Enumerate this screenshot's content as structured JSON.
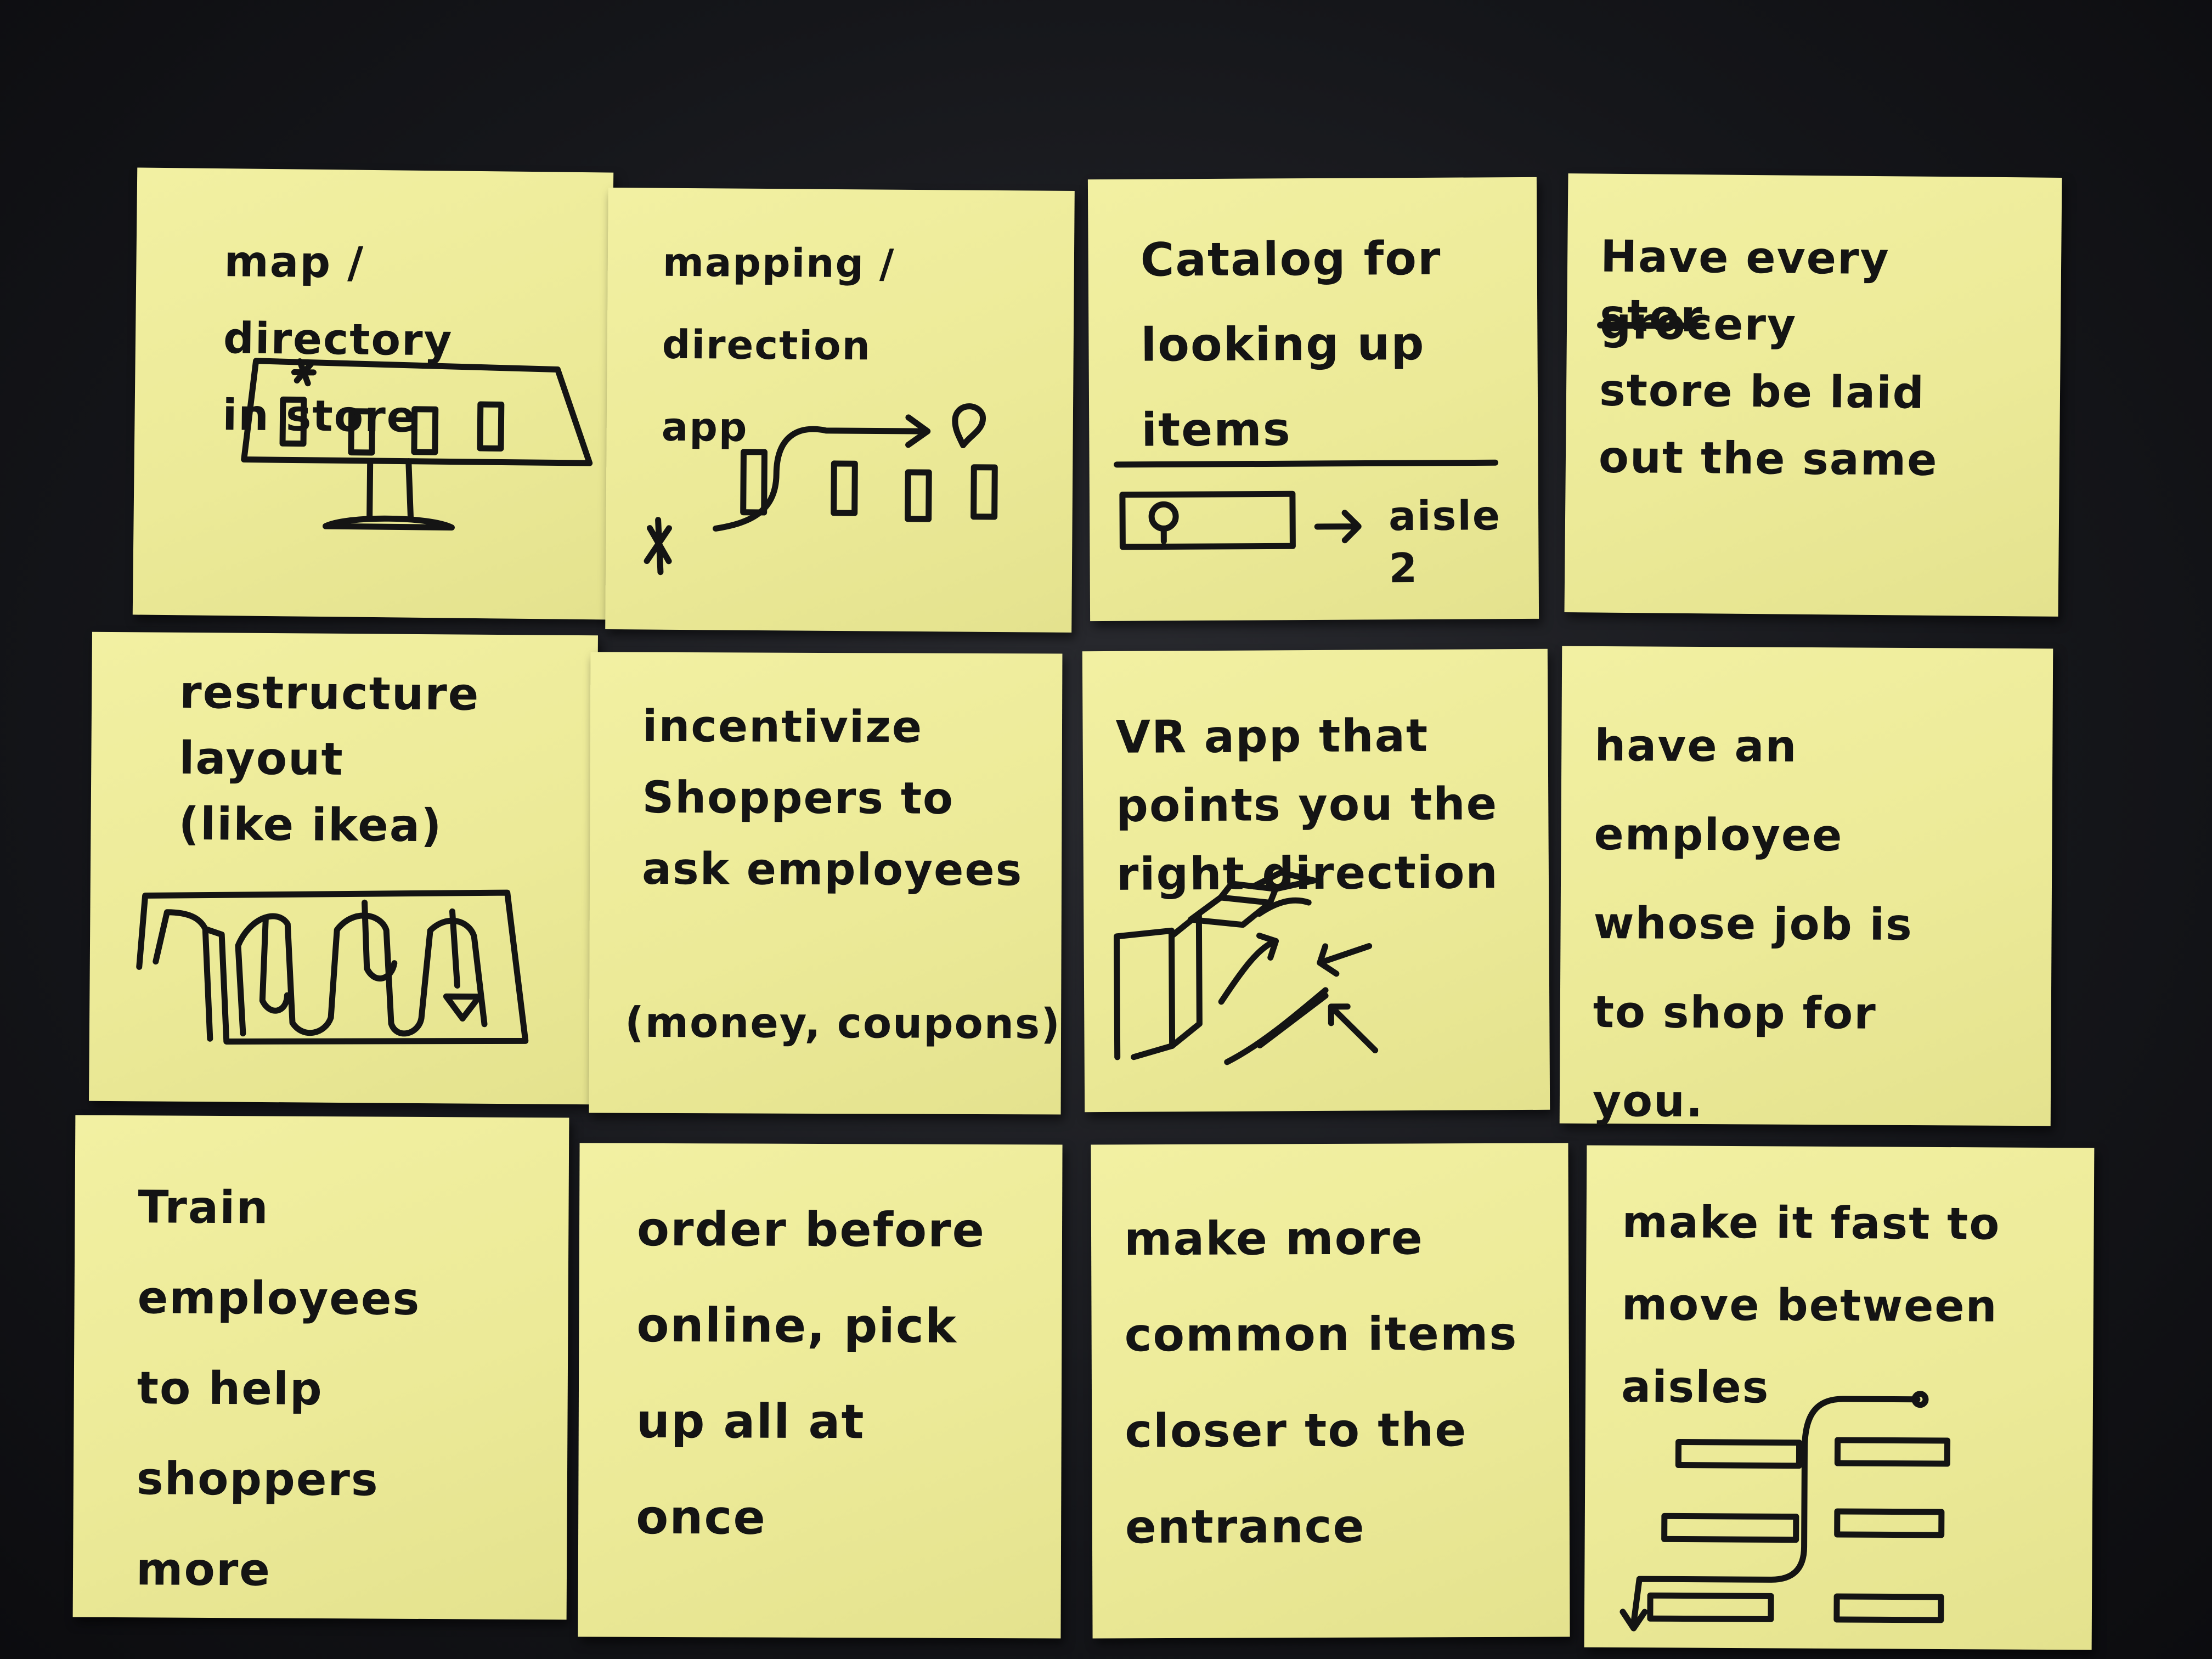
{
  "board": {
    "notes": [
      {
        "text": "map / directory\nin store"
      },
      {
        "text": "mapping / direction\n    app"
      },
      {
        "text": "Catalog for\nlooking up\nitems",
        "side_label": "aisle\n   2"
      },
      {
        "text": "Have every\n          grocery\nstore be laid\nout the same",
        "struck": "stor"
      },
      {
        "text": "restructure\n layout\n(like ikea)"
      },
      {
        "text": "incentivize\nShoppers to\n   ask employees",
        "footer": "(money, coupons)"
      },
      {
        "text": "VR app that\npoints you the\n right direction"
      },
      {
        "text": "have an employee\nwhose job is\nto shop for\n    you."
      },
      {
        "text": "Train\nemployees\nto help shoppers\n  more"
      },
      {
        "text": "order before\nonline, pick\nup all at\nonce"
      },
      {
        "text": "make more\ncommon items\ncloser to the\n  entrance"
      },
      {
        "text": "make it fast to\nmove between\n  aisles"
      }
    ]
  }
}
